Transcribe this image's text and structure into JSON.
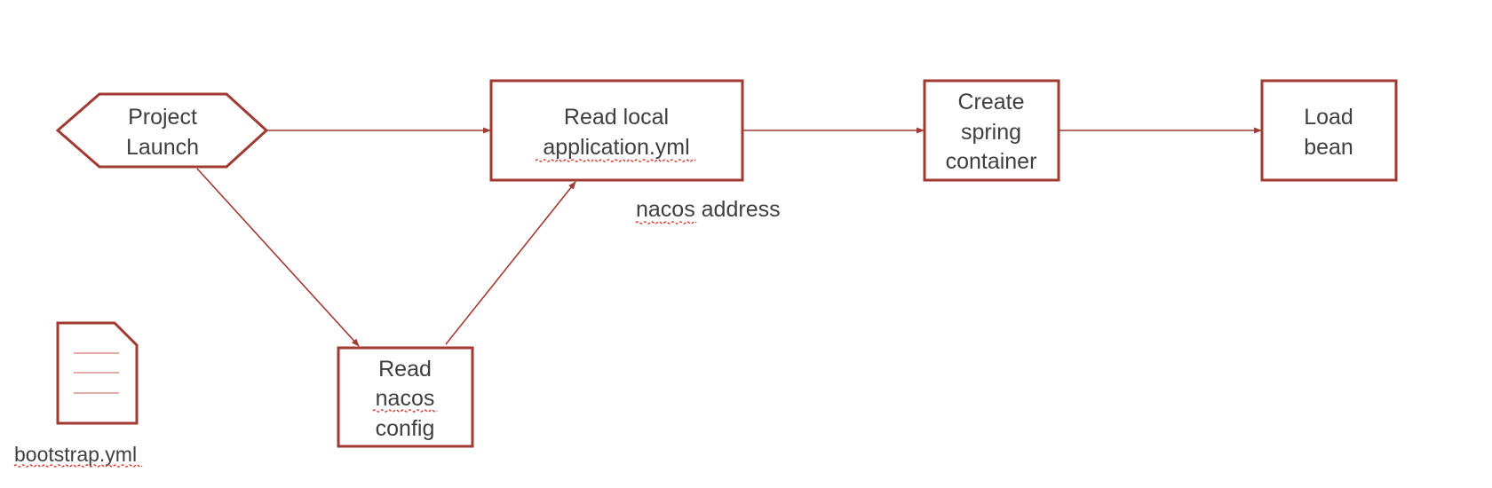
{
  "colors": {
    "stroke": "#a13a32",
    "text": "#3f3f3f",
    "spellcheck": "#d9372b"
  },
  "icons": {
    "document": "document-icon"
  },
  "nodes": {
    "project_launch": {
      "line1": "Project",
      "line2": "Launch"
    },
    "read_local": {
      "line1": "Read local",
      "line2": "application.yml"
    },
    "create_spring": {
      "line1": "Create",
      "line2": "spring",
      "line3": "container"
    },
    "load_bean": {
      "line1": "Load",
      "line2": "bean"
    },
    "read_nacos": {
      "line1": "Read",
      "line2": "nacos",
      "line3": "config"
    }
  },
  "labels": {
    "nacos_address": "nacos address",
    "bootstrap": "bootstrap.yml"
  }
}
